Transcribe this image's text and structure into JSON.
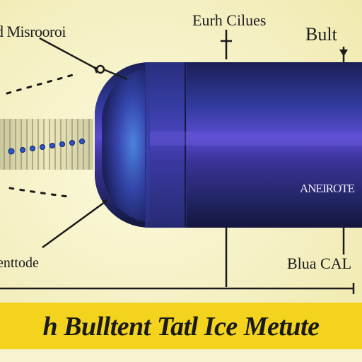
{
  "labels": {
    "top_left": "d Misrooroi",
    "top_center": "Eurh Cilues",
    "top_right": "Bult",
    "mid_right": "ANEIROTE",
    "bottom_left": "enttode",
    "bottom_right": "Blua CAL"
  },
  "banner": {
    "text": "h Bulltent Tatl Ice Metute"
  },
  "colors": {
    "background": "#f6f2c8",
    "banner": "#f3d31e",
    "bullet_body": "#1e2a72",
    "bullet_glow": "#5b3ec8"
  }
}
